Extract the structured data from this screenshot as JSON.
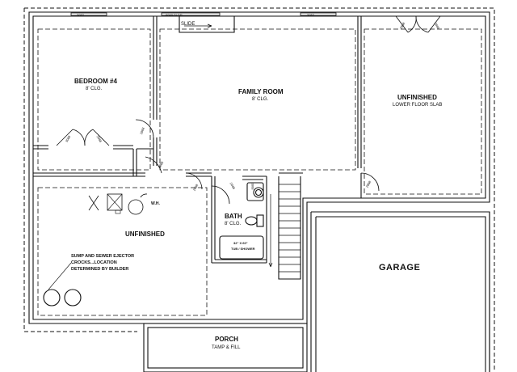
{
  "rooms": {
    "bedroom": {
      "name": "BEDROOM #4",
      "ceiling": "8' CLG."
    },
    "family_room": {
      "name": "FAMILY ROOM",
      "ceiling": "8' CLG."
    },
    "unfinished_upper": {
      "name": "UNFINISHED",
      "note": "LOWER FLOOR SLAB"
    },
    "unfinished_lower": {
      "name": "UNFINISHED"
    },
    "bath": {
      "name": "BATH",
      "ceiling": "8' CLG."
    },
    "garage": {
      "name": "GARAGE"
    },
    "porch": {
      "name": "PORCH",
      "note": "TAMP & FILL"
    }
  },
  "tub": {
    "line1": "32\" X 60\"",
    "line2": "TUB / SHOWER"
  },
  "water_heater": "W.H.",
  "sump_note": [
    "SUMP AND SEWER EJECTOR",
    "CROCKS...LOCATION",
    "DETERMINED BY BUILDER"
  ],
  "window_labels": {
    "left": "3052",
    "slider": "6068 SLDR",
    "right": "3052"
  },
  "slide": "SLIDE",
  "door_labels": {
    "garage_doors": [
      "2868",
      "2868"
    ],
    "bedroom_door": "2868",
    "closet_doors": [
      "3068",
      "3068"
    ],
    "closet_door": "2868",
    "hall_doors": [
      "2868",
      "2468"
    ],
    "unfinished_door": "2868",
    "bath_door": "2868"
  }
}
